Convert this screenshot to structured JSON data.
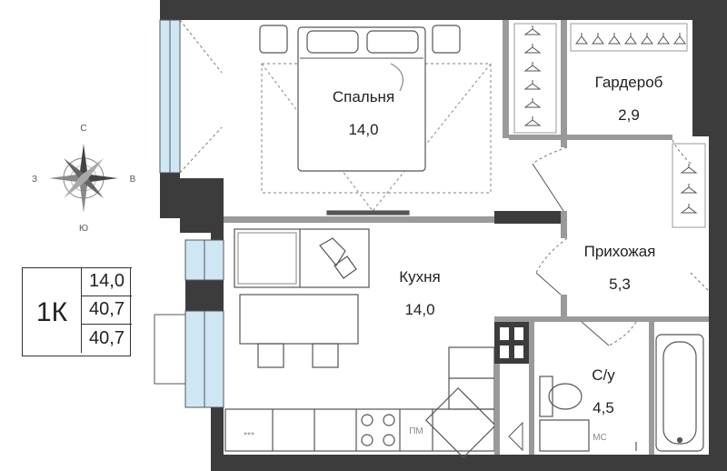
{
  "rooms": {
    "bedroom": {
      "name": "Спальня",
      "area": "14,0"
    },
    "wardrobe": {
      "name": "Гардероб",
      "area": "2,9"
    },
    "hallway": {
      "name": "Прихожая",
      "area": "5,3"
    },
    "kitchen": {
      "name": "Кухня",
      "area": "14,0"
    },
    "bathroom": {
      "name": "С/у",
      "area": "4,5"
    }
  },
  "appliances": {
    "dishwasher": "ПМ",
    "washer": "МС",
    "hob": "***"
  },
  "compass": {
    "north": "С",
    "south": "Ю",
    "west": "З",
    "east": "В"
  },
  "summary": {
    "type": "1К",
    "living_area": "14,0",
    "total_area": "40,7",
    "area_with_balcony": "40,7"
  },
  "colors": {
    "wall": "#3c3c3c",
    "partition": "#9a9a9a",
    "window": "#cfe6f5",
    "line": "#555555"
  }
}
